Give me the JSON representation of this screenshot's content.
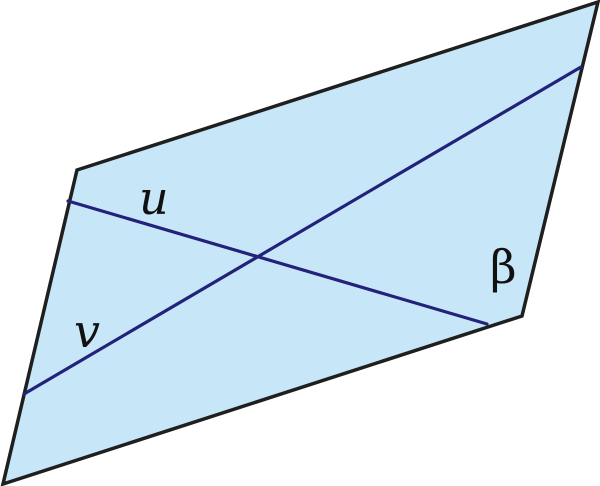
{
  "diagram": {
    "labels": {
      "u": "u",
      "v": "v",
      "beta": "β"
    },
    "colors": {
      "plane_fill": "#c7e7f8",
      "plane_edge": "#1f1f1f",
      "line_color": "#22227a",
      "label_color": "#111111"
    }
  }
}
